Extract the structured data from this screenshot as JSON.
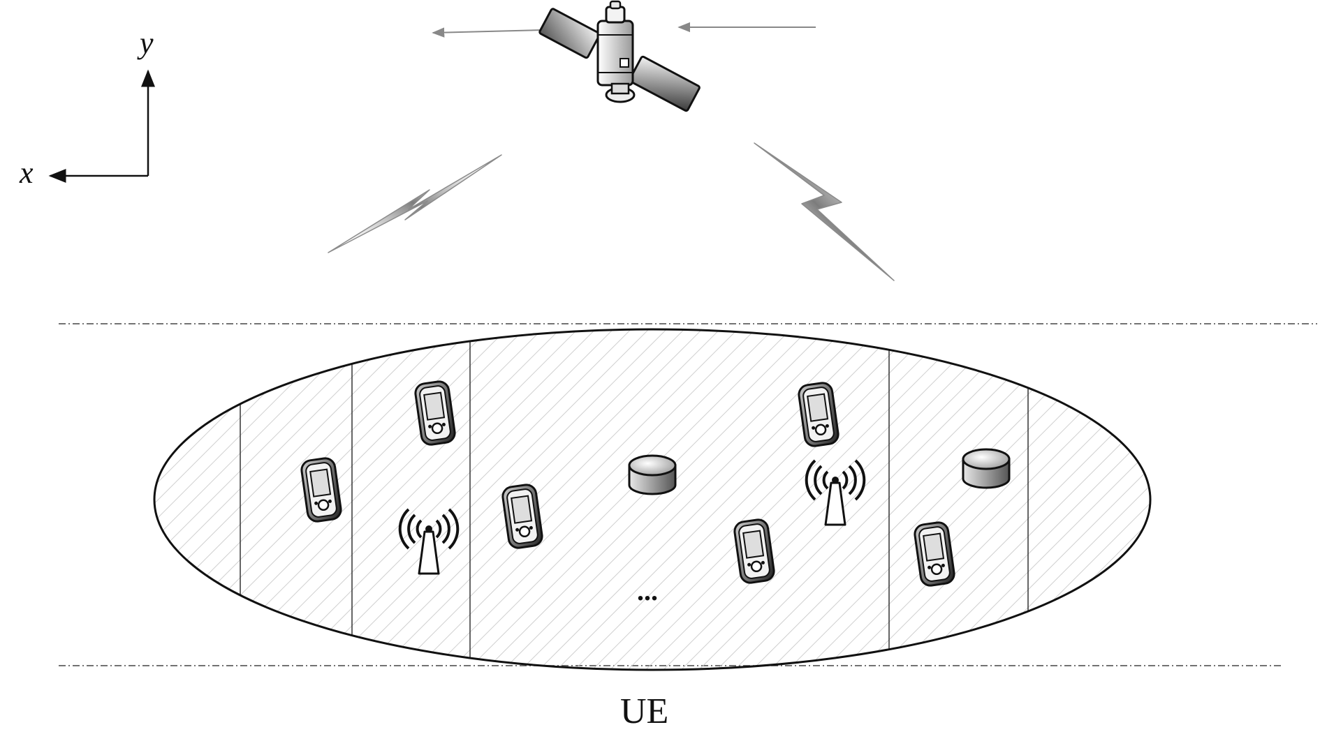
{
  "axes": {
    "x_label": "x",
    "y_label": "y"
  },
  "ue_label": "UE",
  "ellipsis": "...",
  "colors": {
    "ink": "#111111",
    "motion_arrow": "#888888",
    "hatch": "#cfcfcf"
  },
  "icons": {
    "satellite": "satellite-icon",
    "signal": "lightning-signal-icon",
    "phone": "mobile-phone-icon",
    "tower": "antenna-tower-icon",
    "hub": "cylinder-server-icon"
  }
}
